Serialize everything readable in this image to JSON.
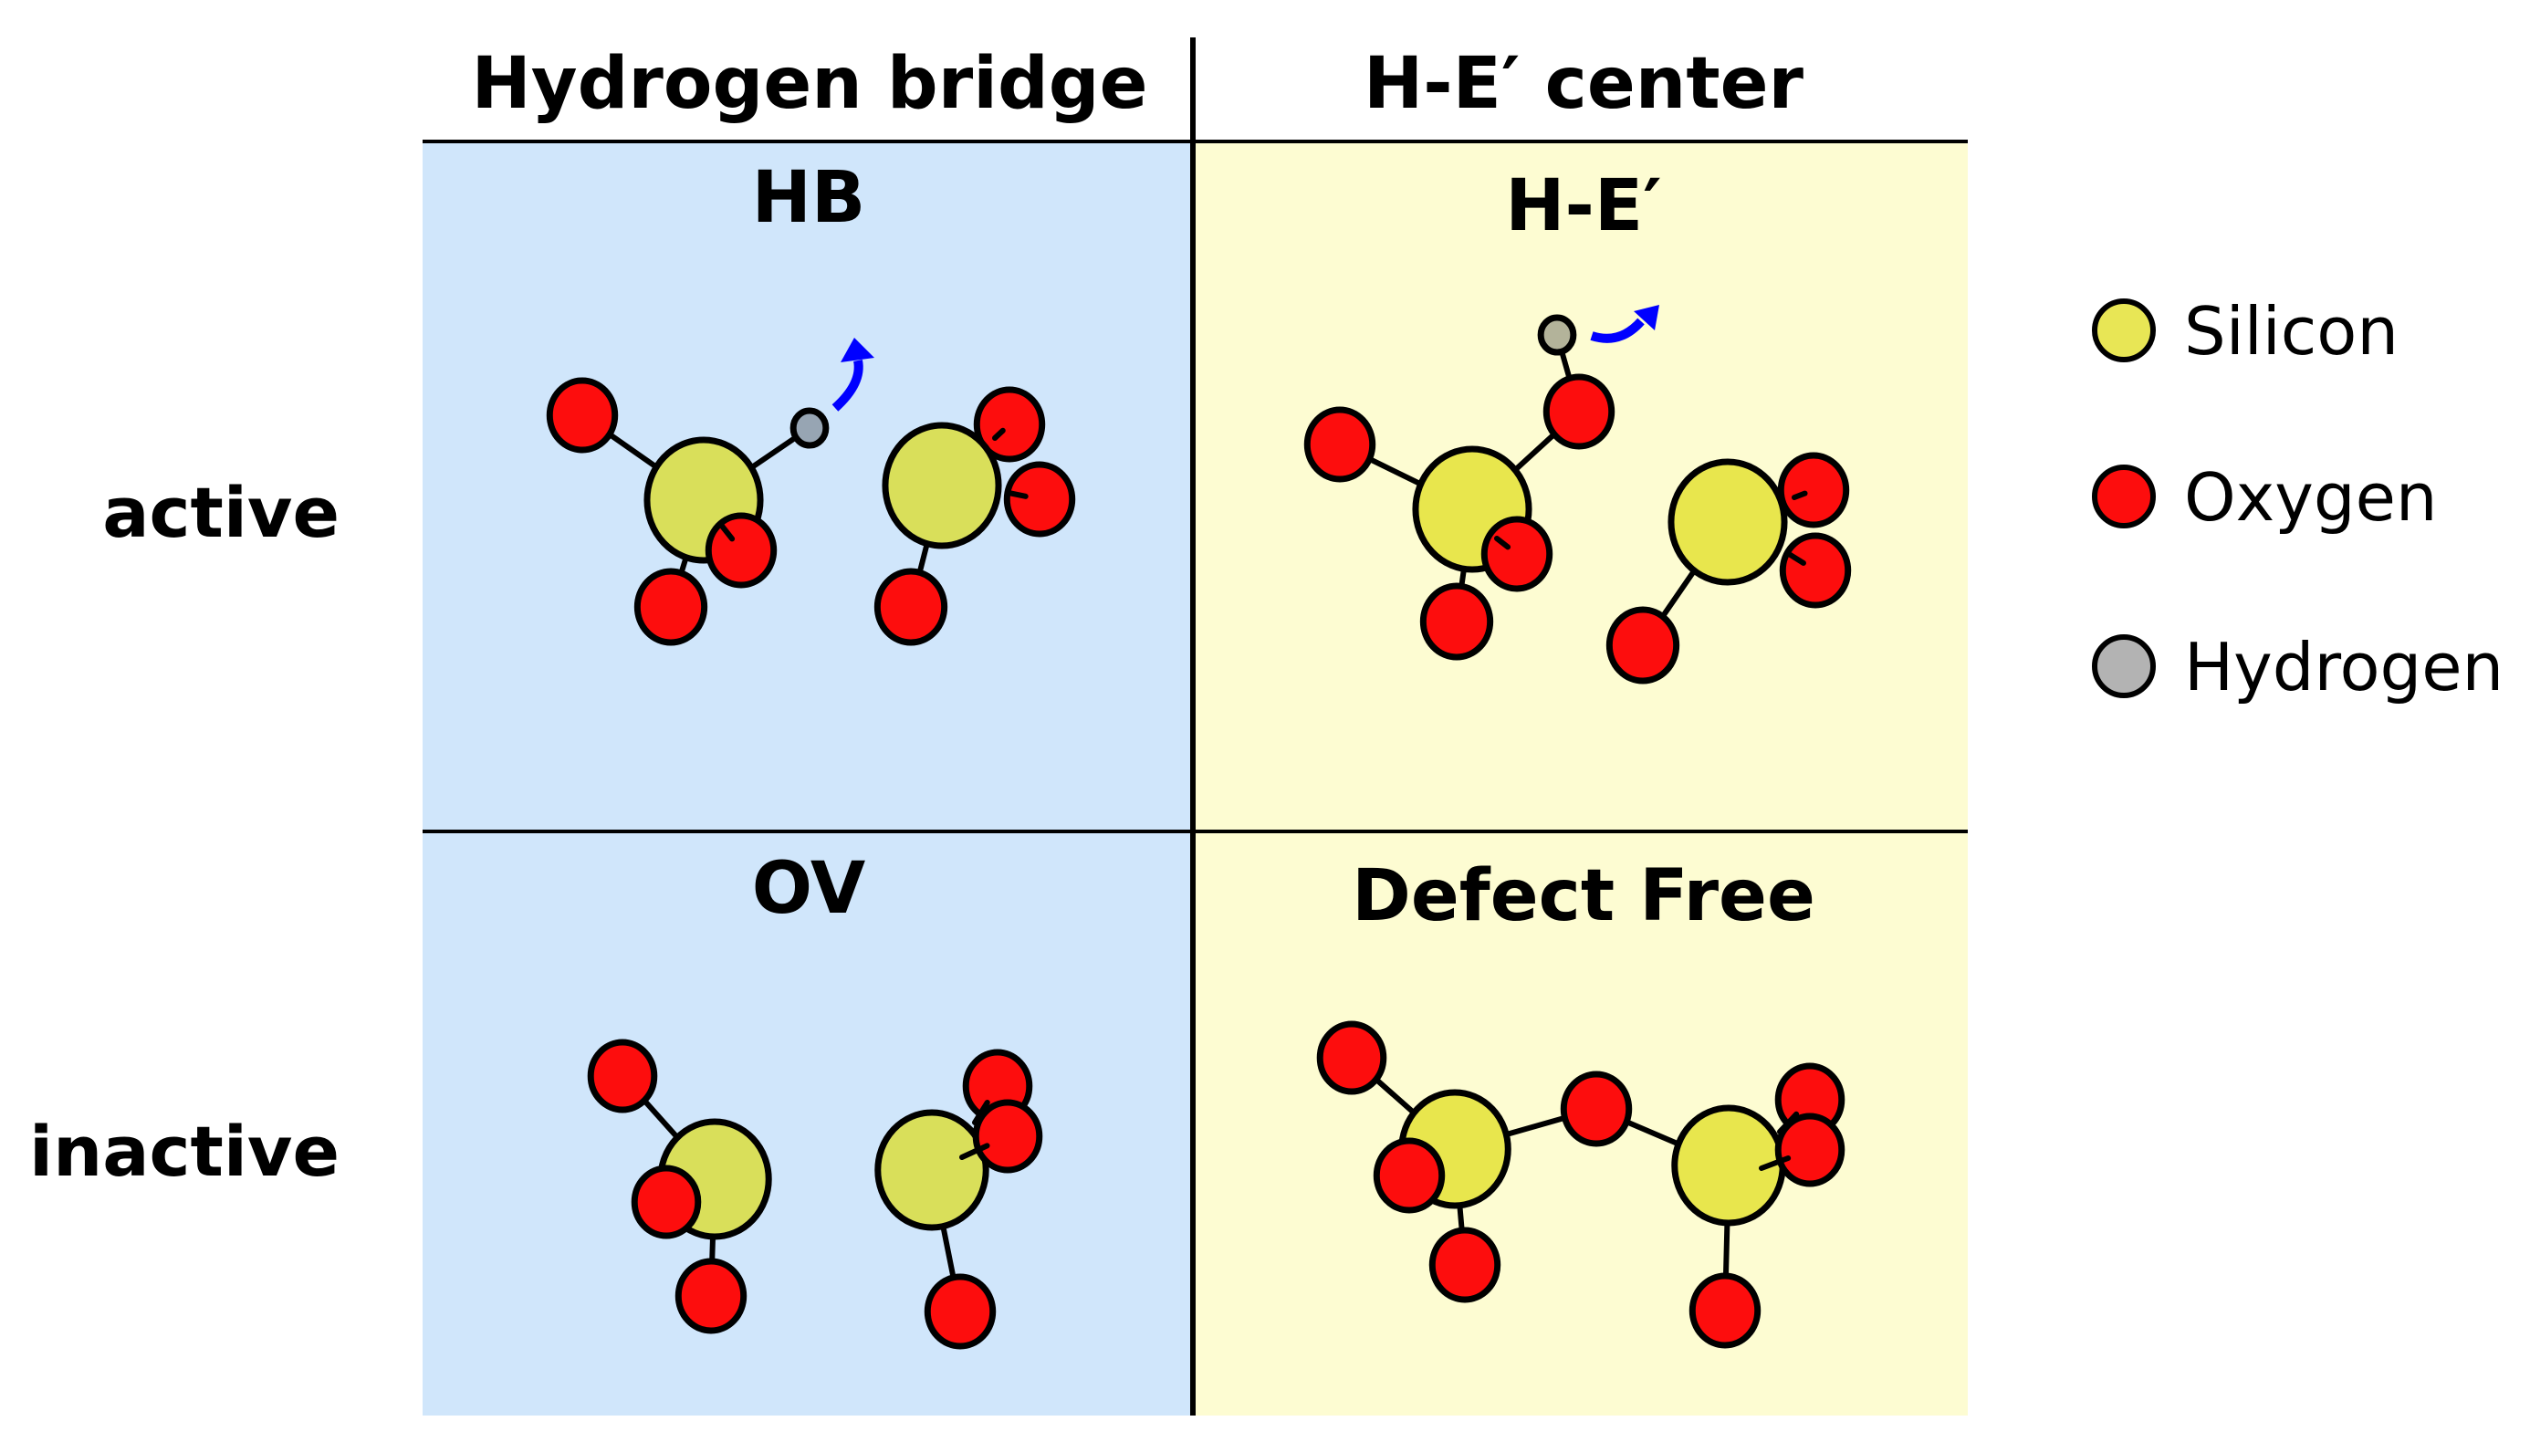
{
  "figure": {
    "columns": [
      {
        "id": "hydrogen-bridge",
        "label": "Hydrogen bridge"
      },
      {
        "id": "he-center",
        "label": "H-E′ center"
      }
    ],
    "rows": [
      {
        "id": "active",
        "label": "active"
      },
      {
        "id": "inactive",
        "label": "inactive"
      }
    ],
    "panels": [
      {
        "id": "hb",
        "title": "HB",
        "row": "active",
        "column": "hydrogen-bridge",
        "background": "#d0e6fb",
        "has_hydrogen": true,
        "has_arrow": true
      },
      {
        "id": "he",
        "title": "H-E′",
        "row": "active",
        "column": "he-center",
        "background": "#fdfcd2",
        "has_hydrogen": true,
        "has_arrow": true
      },
      {
        "id": "ov",
        "title": "OV",
        "row": "inactive",
        "column": "hydrogen-bridge",
        "background": "#d0e6fb",
        "has_hydrogen": false,
        "has_arrow": false
      },
      {
        "id": "df",
        "title": "Defect Free",
        "row": "inactive",
        "column": "he-center",
        "background": "#fdfcd2",
        "has_hydrogen": false,
        "has_arrow": false
      }
    ],
    "legend": [
      {
        "element": "silicon",
        "label": "Silicon",
        "color": "#e8e655"
      },
      {
        "element": "oxygen",
        "label": "Oxygen",
        "color": "#fd0d0d"
      },
      {
        "element": "hydrogen",
        "label": "Hydrogen",
        "color": "#b3b3b3"
      }
    ],
    "colors": {
      "silicon_blue_panel": "#d9df5a",
      "silicon_yellow_panel": "#e8e64d",
      "oxygen": "#fd0d0d",
      "hydrogen_blue_panel": "#97a5b3",
      "hydrogen_yellow_panel": "#b3b39a",
      "arrow": "#0000ff",
      "line": "#000000"
    }
  }
}
